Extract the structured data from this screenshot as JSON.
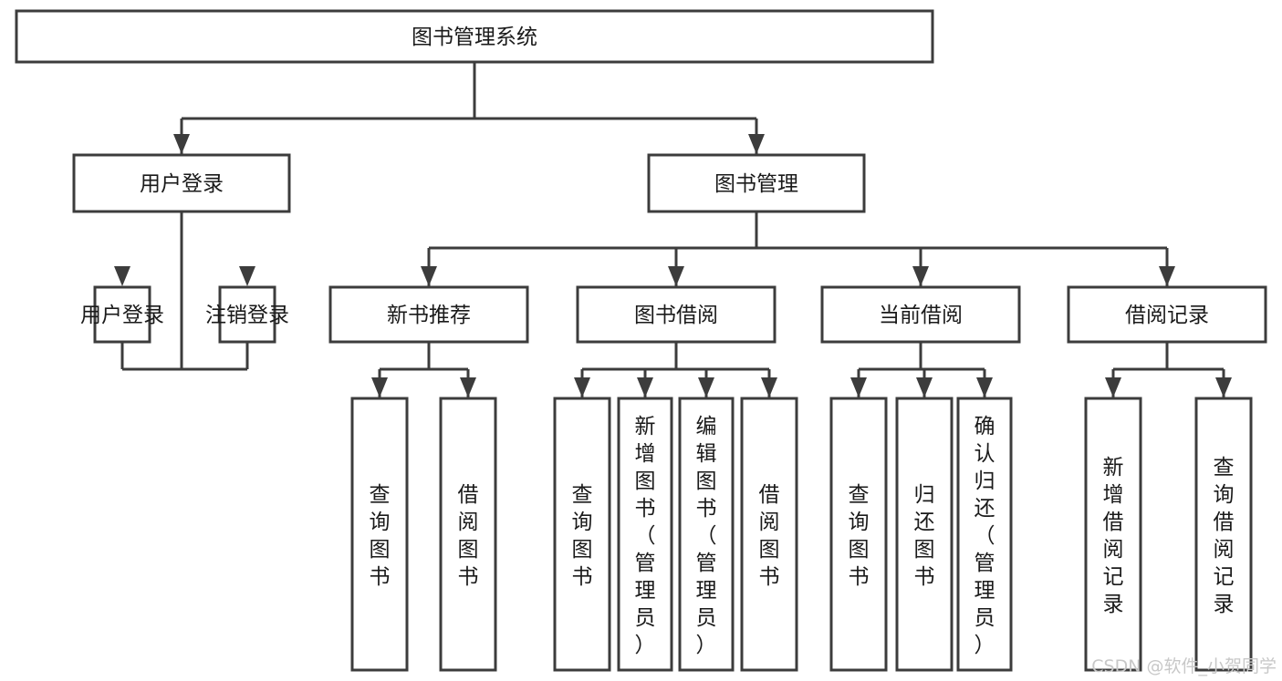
{
  "diagram": {
    "type": "tree",
    "title": "图书管理系统",
    "orientation": "top-down",
    "root": {
      "id": "root",
      "label": "图书管理系统",
      "children": [
        {
          "id": "user-login",
          "label": "用户登录",
          "children": [
            {
              "id": "user-login-login",
              "label": "用户登录",
              "children": []
            },
            {
              "id": "user-login-logout",
              "label": "注销登录",
              "children": []
            }
          ]
        },
        {
          "id": "book-manage",
          "label": "图书管理",
          "children": [
            {
              "id": "new-book-recommend",
              "label": "新书推荐",
              "children": [
                {
                  "id": "nbr-query-book",
                  "label": "查询图书",
                  "children": []
                },
                {
                  "id": "nbr-borrow-book",
                  "label": "借阅图书",
                  "children": []
                }
              ]
            },
            {
              "id": "book-borrow",
              "label": "图书借阅",
              "children": [
                {
                  "id": "bb-query-book",
                  "label": "查询图书",
                  "children": []
                },
                {
                  "id": "bb-add-book",
                  "label": "新增图书（管理员）",
                  "children": []
                },
                {
                  "id": "bb-edit-book",
                  "label": "编辑图书（管理员）",
                  "children": []
                },
                {
                  "id": "bb-borrow-book",
                  "label": "借阅图书",
                  "children": []
                }
              ]
            },
            {
              "id": "current-borrow",
              "label": "当前借阅",
              "children": [
                {
                  "id": "cb-query-book",
                  "label": "查询图书",
                  "children": []
                },
                {
                  "id": "cb-return-book",
                  "label": "归还图书",
                  "children": []
                },
                {
                  "id": "cb-confirm-return",
                  "label": "确认归还（管理员）",
                  "children": []
                }
              ]
            },
            {
              "id": "borrow-record",
              "label": "借阅记录",
              "children": [
                {
                  "id": "br-add-record",
                  "label": "新增借阅记录",
                  "children": []
                },
                {
                  "id": "br-query-record",
                  "label": "查询借阅记录",
                  "children": []
                }
              ]
            }
          ]
        }
      ]
    },
    "colors": {
      "box_fill": "#ffffff",
      "box_stroke": "#3c3c3c",
      "connector": "#3c3c3c",
      "text": "#1a1a1a",
      "background": "#ffffff",
      "watermark": "#c8c8c8"
    }
  },
  "watermark": {
    "text": "CSDN @软件_小贺同学"
  }
}
